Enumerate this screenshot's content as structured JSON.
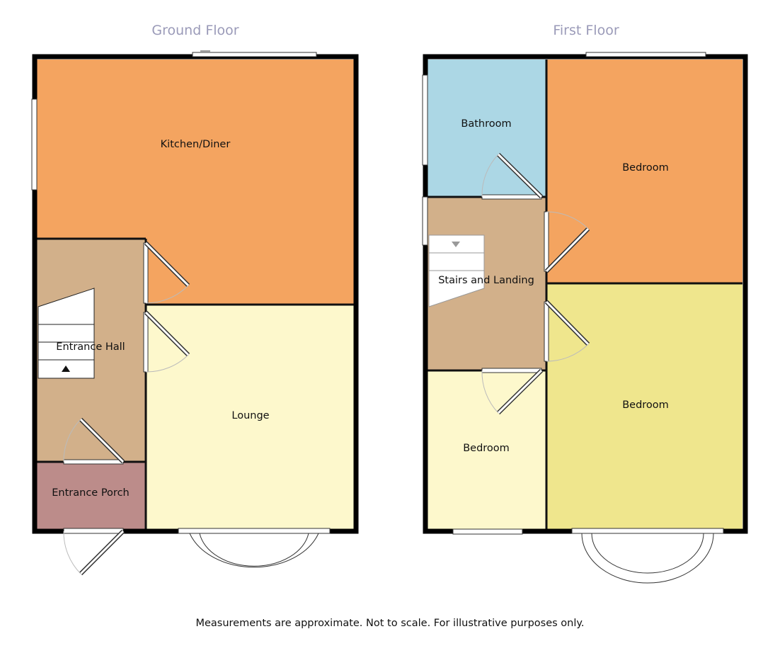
{
  "floors": {
    "ground": {
      "title": "Ground Floor",
      "rooms": {
        "kitchen": {
          "label": "Kitchen/Diner",
          "color": "#f4a460"
        },
        "entrance_hall": {
          "label": "Entrance Hall",
          "color": "#d2b08a"
        },
        "lounge": {
          "label": "Lounge",
          "color": "#fdf8cc"
        },
        "entrance_porch": {
          "label": "Entrance Porch",
          "color": "#bc8c8a"
        }
      }
    },
    "first": {
      "title": "First Floor",
      "rooms": {
        "bathroom": {
          "label": "Bathroom",
          "color": "#acd7e5"
        },
        "bedroom_rear": {
          "label": "Bedroom",
          "color": "#f4a460"
        },
        "landing": {
          "label": "Stairs and Landing",
          "color": "#d2b08a"
        },
        "bedroom_front_large": {
          "label": "Bedroom",
          "color": "#efe68d"
        },
        "bedroom_small": {
          "label": "Bedroom",
          "color": "#fdf8cc"
        }
      }
    }
  },
  "footnote": "Measurements are approximate. Not to scale. For illustrative purposes only."
}
